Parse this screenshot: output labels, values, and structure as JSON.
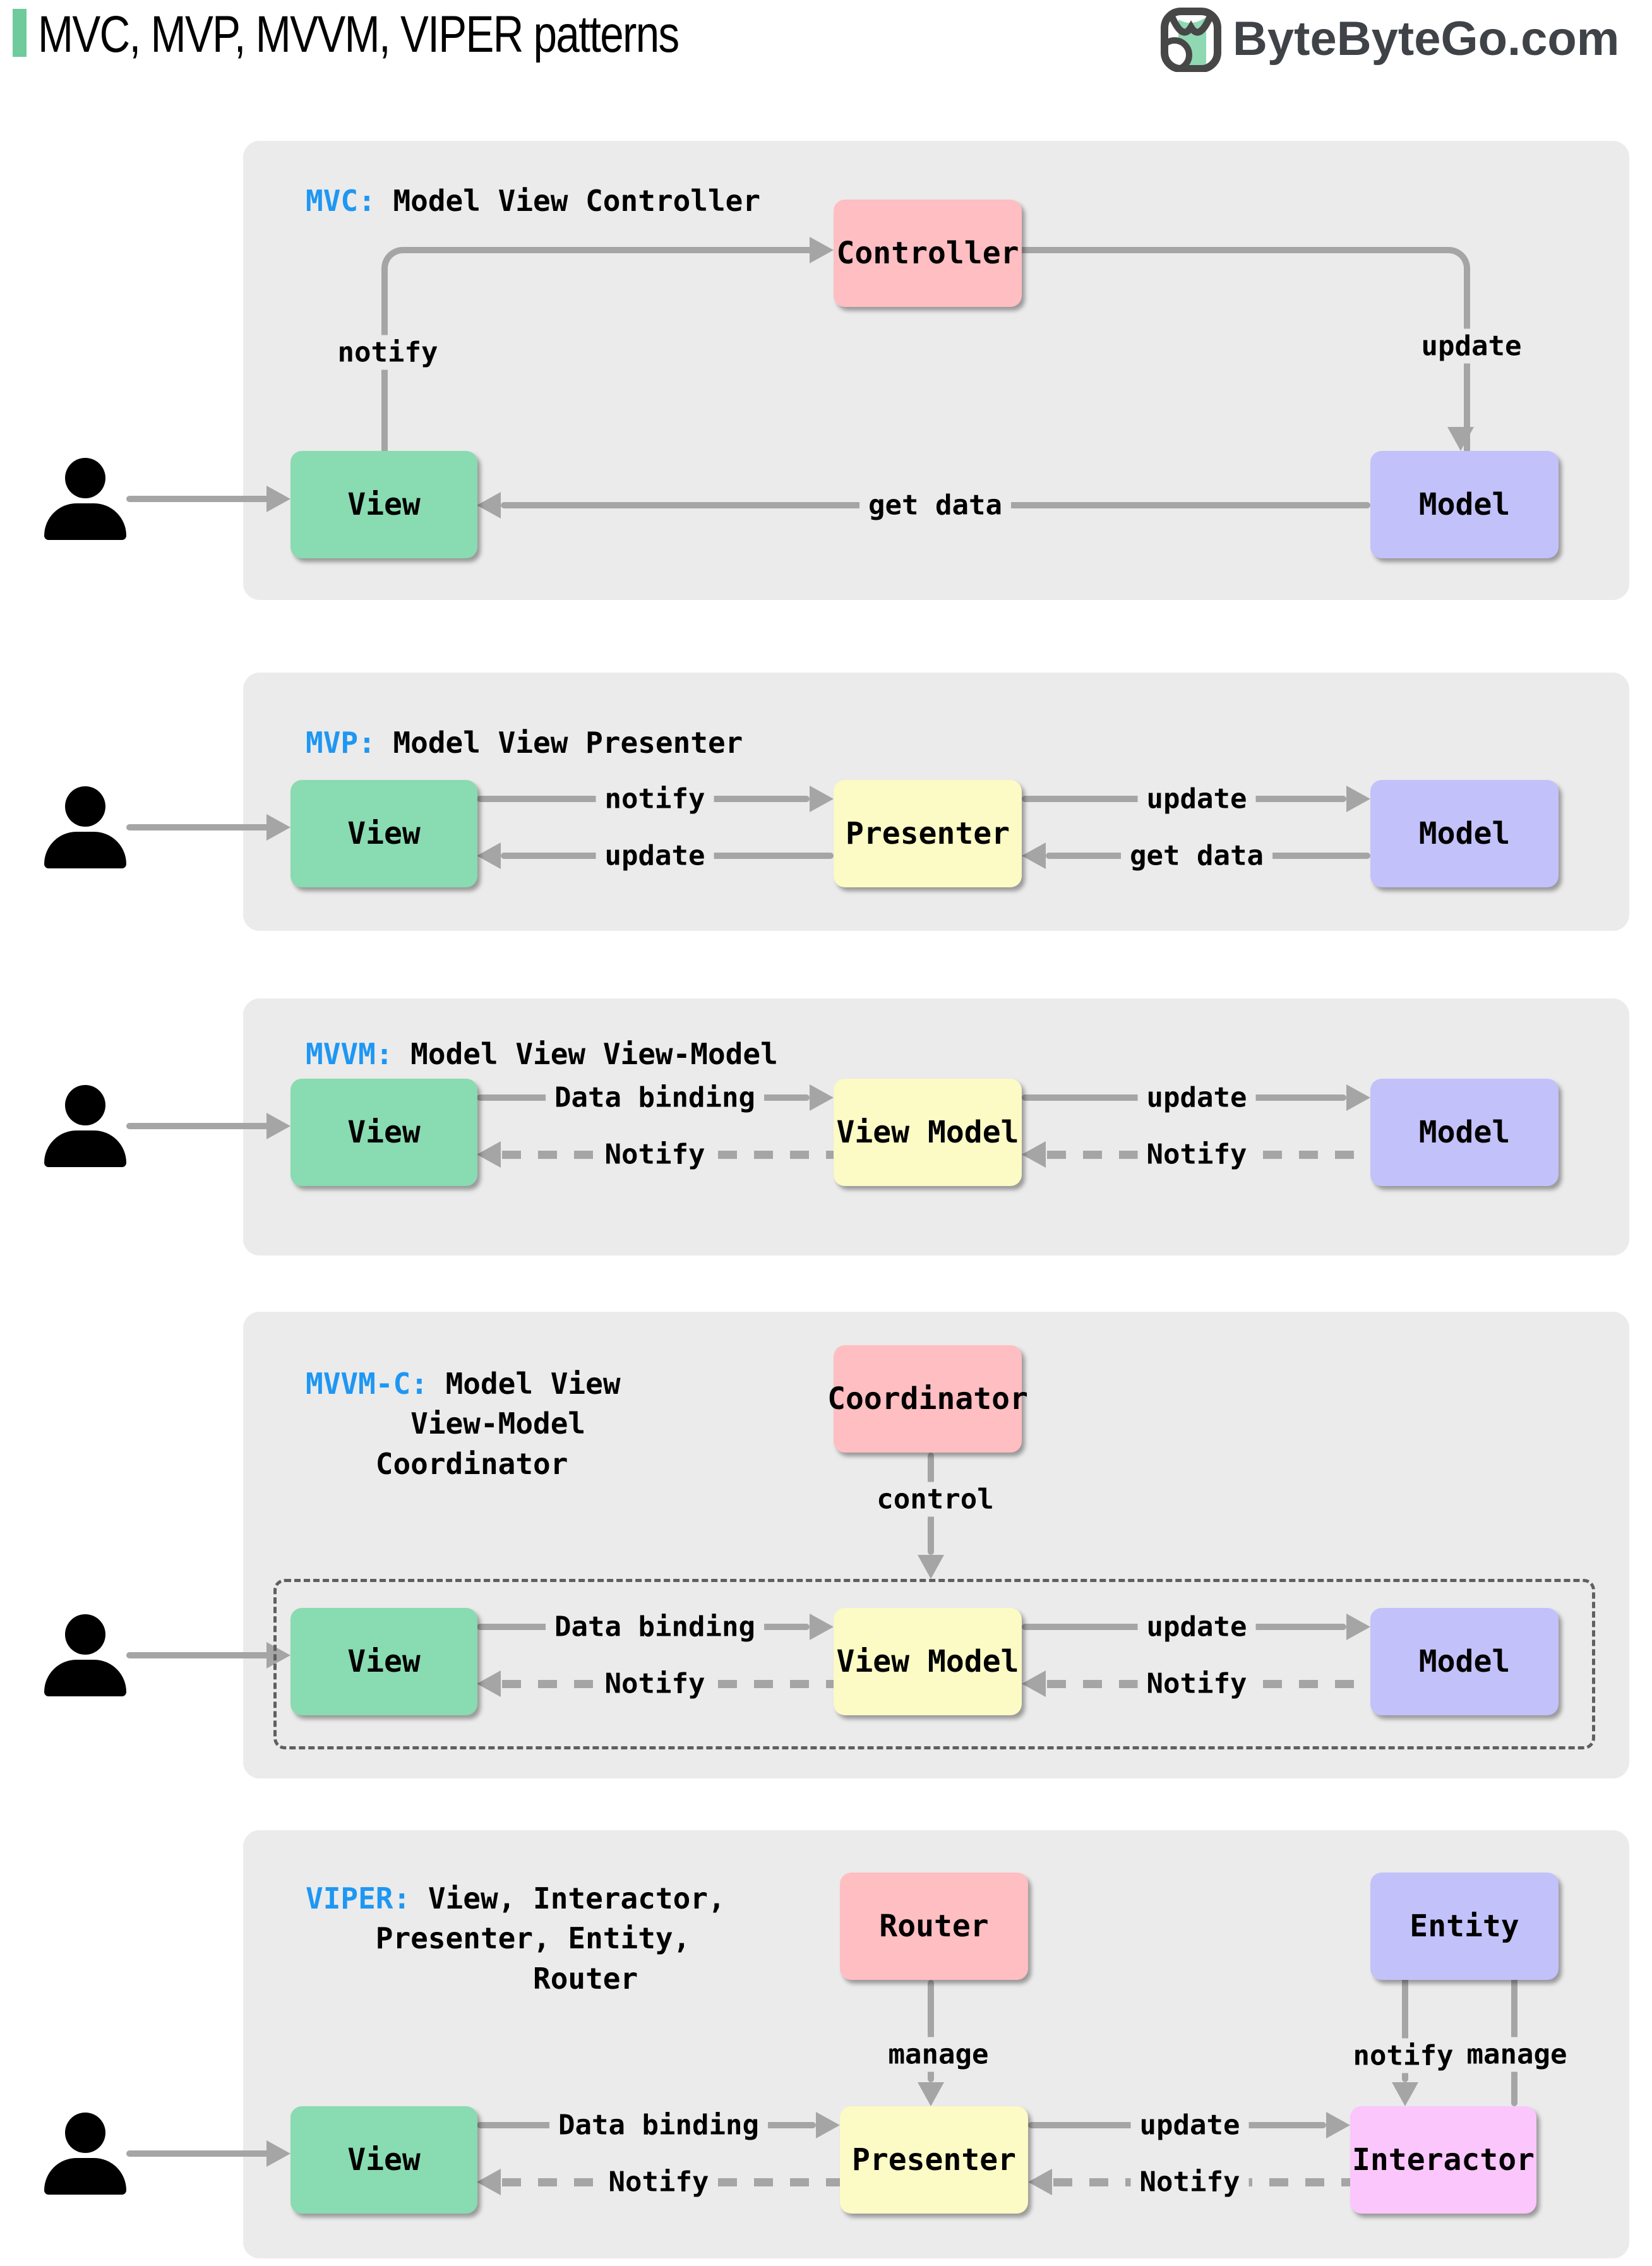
{
  "colors": {
    "accent_green": "#6FCB9B",
    "panel_gray": "#EBEBEB",
    "arrow_gray": "#A5A5A5",
    "tag_blue": "#1E97F3",
    "box_green": "#89DBB1",
    "box_pink": "#FFBEC2",
    "box_purple": "#C3C1FA",
    "box_yellow": "#FCFAC5",
    "box_magenta": "#FBC6FC",
    "brand_gray": "#3F4347"
  },
  "header": {
    "title": "MVC, MVP, MVVM, VIPER patterns",
    "brand": "ByteByteGo.com"
  },
  "sections": [
    {
      "tag": "MVC:",
      "desc": " Model View Controller",
      "boxes": {
        "controller": "Controller",
        "view": "View",
        "model": "Model"
      },
      "labels": {
        "notify": "notify",
        "update": "update",
        "get_data": "get data"
      }
    },
    {
      "tag": "MVP:",
      "desc": " Model View Presenter",
      "boxes": {
        "view": "View",
        "presenter": "Presenter",
        "model": "Model"
      },
      "labels": {
        "notify": "notify",
        "update_to_view": "update",
        "update_to_model": "update",
        "get_data": "get data"
      }
    },
    {
      "tag": "MVVM:",
      "desc": " Model View View-Model",
      "boxes": {
        "view": "View",
        "view_model": "View Model",
        "model": "Model"
      },
      "labels": {
        "data_binding": "Data binding",
        "notify_to_view": "Notify",
        "update": "update",
        "notify_to_vm": "Notify"
      }
    },
    {
      "tag": "MVVM-C:",
      "desc": " Model View\n      View-Model\n    Coordinator",
      "boxes": {
        "coordinator": "Coordinator",
        "view": "View",
        "view_model": "View Model",
        "model": "Model"
      },
      "labels": {
        "control": "control",
        "data_binding": "Data binding",
        "notify_to_view": "Notify",
        "update": "update",
        "notify_to_vm": "Notify"
      }
    },
    {
      "tag": "VIPER:",
      "desc": " View, Interactor,\n    Presenter, Entity,\n             Router",
      "boxes": {
        "router": "Router",
        "entity": "Entity",
        "view": "View",
        "presenter": "Presenter",
        "interactor": "Interactor"
      },
      "labels": {
        "manage_router": "manage",
        "notify_entity": "notify",
        "manage_entity": "manage",
        "data_binding": "Data binding",
        "notify_to_view": "Notify",
        "update": "update",
        "notify_to_presenter": "Notify"
      }
    }
  ]
}
